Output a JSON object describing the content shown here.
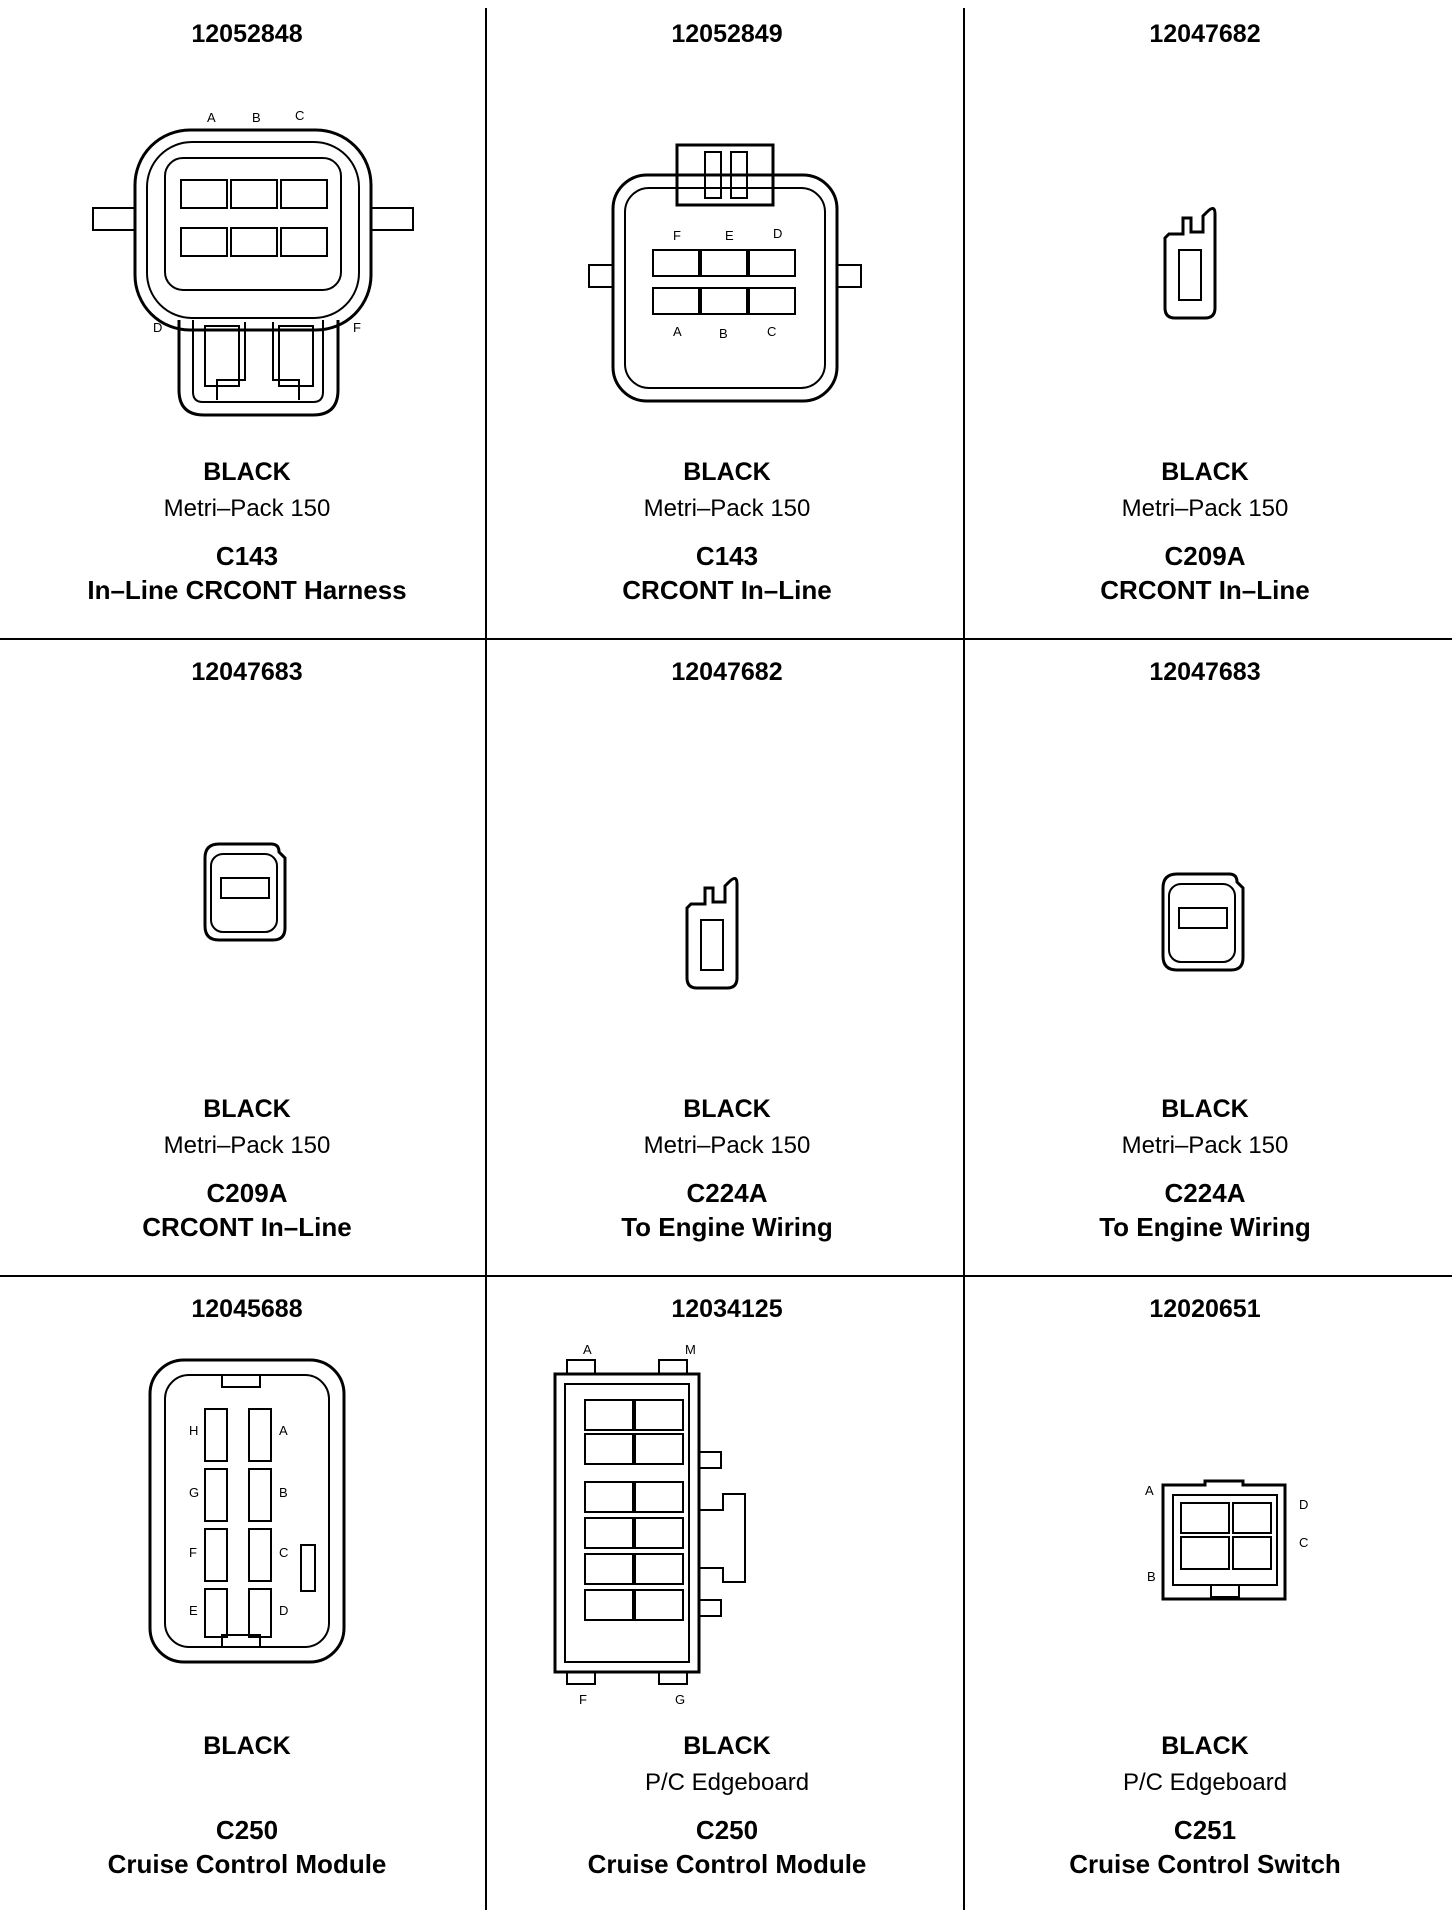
{
  "connectors": [
    {
      "part": "12052848",
      "color": "BLACK",
      "type": "Metri–Pack 150",
      "cid": "C143",
      "desc": "In–Line CRCONT Harness",
      "pins": [
        "A",
        "B",
        "C",
        "D",
        "F"
      ]
    },
    {
      "part": "12052849",
      "color": "BLACK",
      "type": "Metri–Pack 150",
      "cid": "C143",
      "desc": "CRCONT In–Line",
      "pins": [
        "F",
        "E",
        "D",
        "A",
        "B",
        "C"
      ]
    },
    {
      "part": "12047682",
      "color": "BLACK",
      "type": "Metri–Pack 150",
      "cid": "C209A",
      "desc": "CRCONT In–Line",
      "pins": []
    },
    {
      "part": "12047683",
      "color": "BLACK",
      "type": "Metri–Pack 150",
      "cid": "C209A",
      "desc": "CRCONT In–Line",
      "pins": []
    },
    {
      "part": "12047682",
      "color": "BLACK",
      "type": "Metri–Pack 150",
      "cid": "C224A",
      "desc": "To Engine Wiring",
      "pins": []
    },
    {
      "part": "12047683",
      "color": "BLACK",
      "type": "Metri–Pack 150",
      "cid": "C224A",
      "desc": "To Engine Wiring",
      "pins": []
    },
    {
      "part": "12045688",
      "color": "BLACK",
      "type": "",
      "cid": "C250",
      "desc": "Cruise Control Module",
      "pins": [
        "H",
        "A",
        "G",
        "B",
        "F",
        "C",
        "E",
        "D"
      ]
    },
    {
      "part": "12034125",
      "color": "BLACK",
      "type": "P/C Edgeboard",
      "cid": "C250",
      "desc": "Cruise Control Module",
      "pins": [
        "A",
        "M",
        "F",
        "G"
      ]
    },
    {
      "part": "12020651",
      "color": "BLACK",
      "type": "P/C Edgeboard",
      "cid": "C251",
      "desc": "Cruise Control Switch",
      "pins": [
        "A",
        "D",
        "C",
        "B"
      ]
    }
  ]
}
